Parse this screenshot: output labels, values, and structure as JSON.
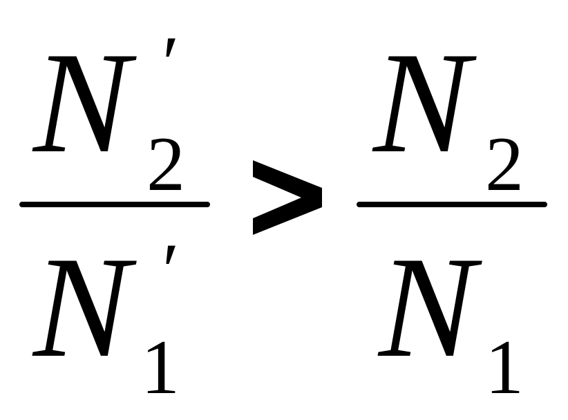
{
  "formula": {
    "left": {
      "numerator": {
        "symbol": "N",
        "subscript": "2",
        "prime": "′"
      },
      "denominator": {
        "symbol": "N",
        "subscript": "1",
        "prime": "′"
      }
    },
    "operator": ">",
    "right": {
      "numerator": {
        "symbol": "N",
        "subscript": "2"
      },
      "denominator": {
        "symbol": "N",
        "subscript": "1"
      }
    }
  }
}
